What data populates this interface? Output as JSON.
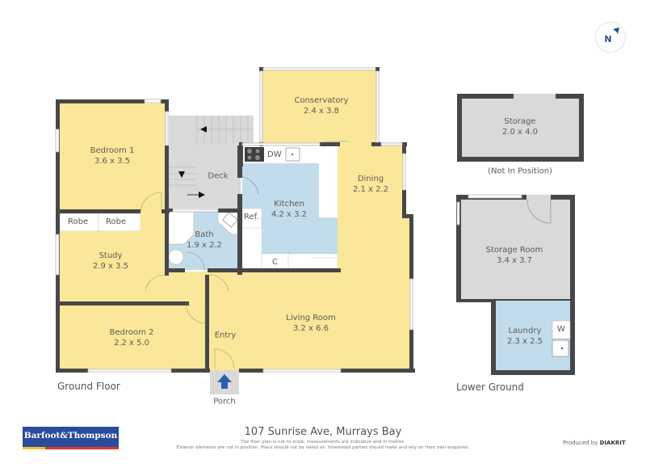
{
  "compass": {
    "label": "N",
    "icon": "north-arrow-icon"
  },
  "colors": {
    "living": "#fbe79a",
    "wet": "#c3dcec",
    "outdoor": "#d9d9d9",
    "wall": "#474747",
    "window": "#d8d8d8",
    "entry_arrow": "#2a5db0"
  },
  "ground_floor": {
    "title": "Ground Floor",
    "rooms": [
      {
        "name": "Bedroom 1",
        "dims": "3.6 x 3.5"
      },
      {
        "name": "Study",
        "dims": "2.9 x 3.5"
      },
      {
        "name": "Bedroom 2",
        "dims": "2.2 x 5.0"
      },
      {
        "name": "Deck",
        "dims": ""
      },
      {
        "name": "Bath",
        "dims": "1.9 x 2.2"
      },
      {
        "name": "Conservatory",
        "dims": "2.4 x 3.8"
      },
      {
        "name": "Kitchen",
        "dims": "4.2 x 3.2"
      },
      {
        "name": "Dining",
        "dims": "2.1 x 2.2"
      },
      {
        "name": "Living Room",
        "dims": "3.2 x 6.6"
      },
      {
        "name": "Entry",
        "dims": ""
      },
      {
        "name": "Porch",
        "dims": ""
      }
    ],
    "fixtures": {
      "robe1": "Robe",
      "robe2": "Robe",
      "dishwasher": "DW",
      "fridge": "Ref.",
      "cupboard": "C"
    }
  },
  "lower_ground": {
    "title": "Lower Ground",
    "rooms": [
      {
        "name": "Storage",
        "dims": "2.0 x 4.0",
        "note": "(Not In Position)"
      },
      {
        "name": "Storage Room",
        "dims": "3.4 x 3.7"
      },
      {
        "name": "Laundry",
        "dims": "2.3 x 2.5"
      }
    ],
    "fixtures": {
      "washer": "W"
    }
  },
  "footer": {
    "address": "107 Sunrise Ave, Murrays Bay",
    "disclaimer_1": "The floor plan is not to scale; measurements are indicative and in metres.",
    "disclaimer_2": "Exterior elements are not in position. Plans should not be relied on. Interested parties should make and rely on their own enquiries.",
    "produced_by_prefix": "Produced by",
    "produced_by_brand": "DIAKRIT",
    "agency_logo": "Barfoot&Thompson"
  }
}
